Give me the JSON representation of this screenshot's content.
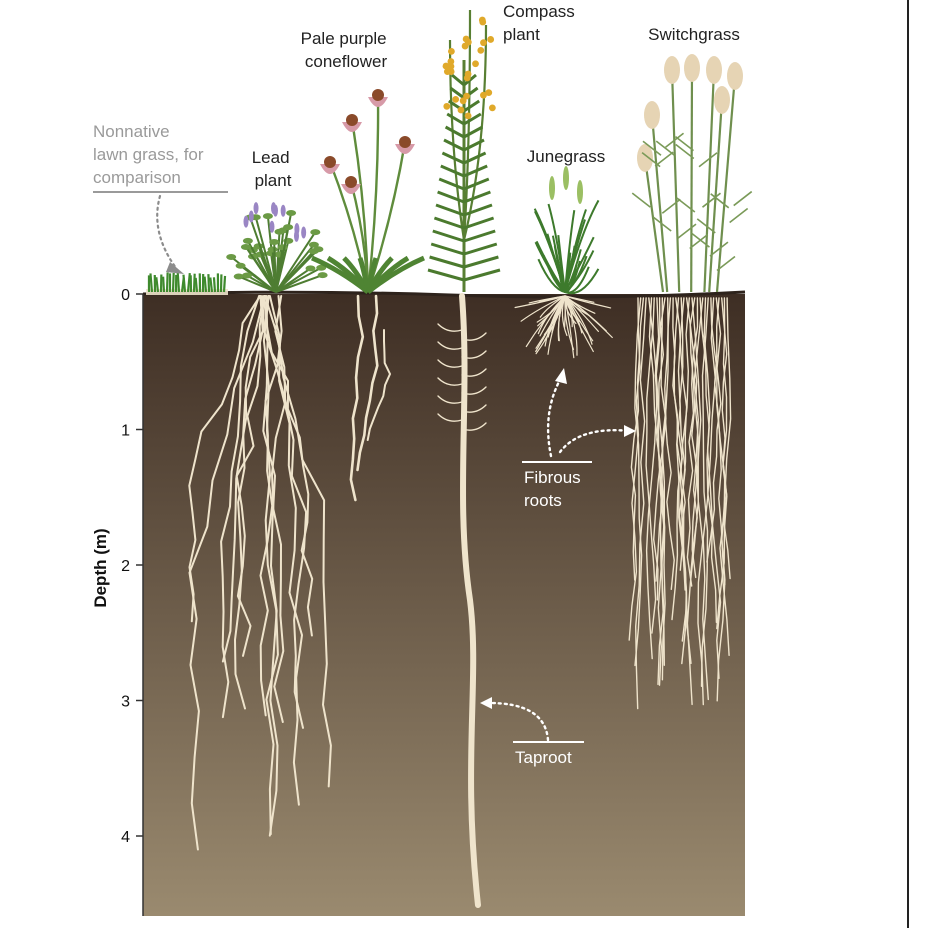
{
  "axis": {
    "label": "Depth (m)",
    "ticks": [
      "0",
      "1",
      "2",
      "3",
      "4"
    ]
  },
  "plants": {
    "lawn": {
      "label_lines": [
        "Nonnative",
        "lawn grass, for",
        "comparison"
      ]
    },
    "lead": {
      "label_lines": [
        "Lead",
        "plant"
      ]
    },
    "coneflower": {
      "label_lines": [
        "Pale purple",
        "coneflower"
      ]
    },
    "compass": {
      "label_lines": [
        "Compass",
        "plant"
      ]
    },
    "junegrass": {
      "label_lines": [
        "Junegrass"
      ]
    },
    "switchgrass": {
      "label_lines": [
        "Switchgrass"
      ]
    }
  },
  "callouts": {
    "fibrous": {
      "label_lines": [
        "Fibrous",
        "roots"
      ]
    },
    "taproot": {
      "label_lines": [
        "Taproot"
      ]
    }
  },
  "colors": {
    "soil_top": "#3e2e24",
    "soil_bottom": "#9a8a6f",
    "root": "#efe4cc",
    "leaf": "#5d8a3a",
    "coneflower_petal": "#d79aa8",
    "compass_flower": "#e0a92a",
    "switchgrass_seed": "#e6d4b4",
    "label_gray": "#9a9a9a",
    "label_dark": "#222222"
  }
}
